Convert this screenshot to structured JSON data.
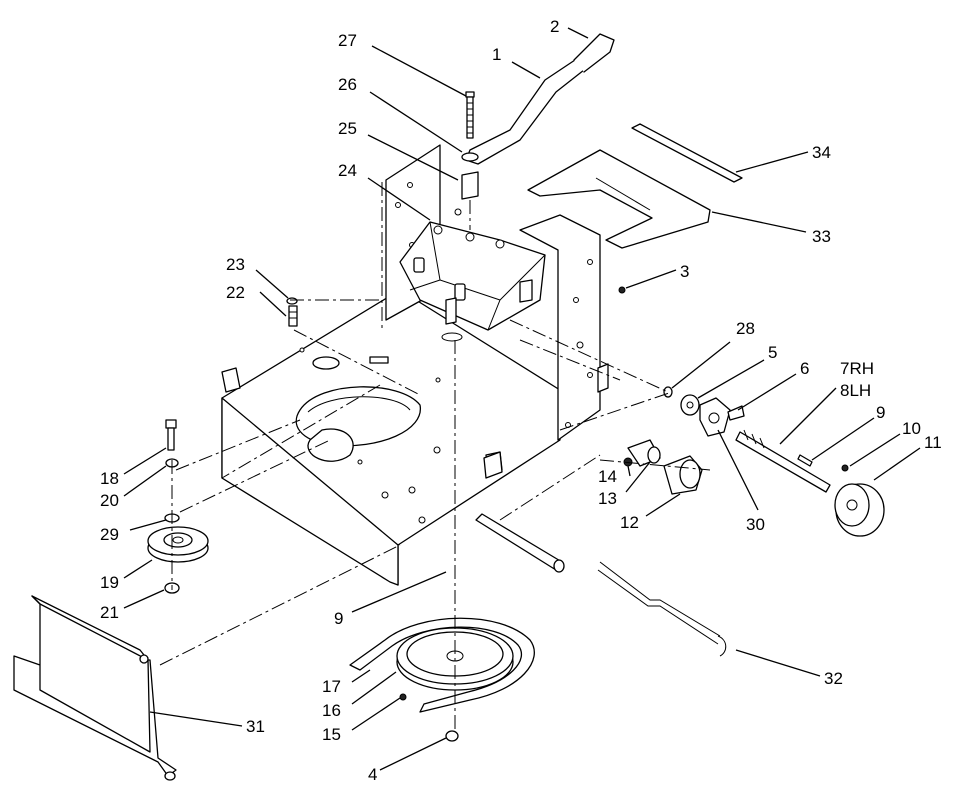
{
  "callouts": [
    {
      "id": "c1",
      "label": "1"
    },
    {
      "id": "c2",
      "label": "2"
    },
    {
      "id": "c3",
      "label": "3"
    },
    {
      "id": "c4",
      "label": "4"
    },
    {
      "id": "c5",
      "label": "5"
    },
    {
      "id": "c6",
      "label": "6"
    },
    {
      "id": "c7",
      "label": "7RH"
    },
    {
      "id": "c8",
      "label": "8LH"
    },
    {
      "id": "c9a",
      "label": "9"
    },
    {
      "id": "c9b",
      "label": "9"
    },
    {
      "id": "c10",
      "label": "10"
    },
    {
      "id": "c11",
      "label": "11"
    },
    {
      "id": "c12",
      "label": "12"
    },
    {
      "id": "c13",
      "label": "13"
    },
    {
      "id": "c14",
      "label": "14"
    },
    {
      "id": "c15",
      "label": "15"
    },
    {
      "id": "c16",
      "label": "16"
    },
    {
      "id": "c17",
      "label": "17"
    },
    {
      "id": "c18",
      "label": "18"
    },
    {
      "id": "c19",
      "label": "19"
    },
    {
      "id": "c20",
      "label": "20"
    },
    {
      "id": "c21",
      "label": "21"
    },
    {
      "id": "c22",
      "label": "22"
    },
    {
      "id": "c23",
      "label": "23"
    },
    {
      "id": "c24",
      "label": "24"
    },
    {
      "id": "c25",
      "label": "25"
    },
    {
      "id": "c26",
      "label": "26"
    },
    {
      "id": "c27",
      "label": "27"
    },
    {
      "id": "c28",
      "label": "28"
    },
    {
      "id": "c29",
      "label": "29"
    },
    {
      "id": "c30",
      "label": "30"
    },
    {
      "id": "c31",
      "label": "31"
    },
    {
      "id": "c32",
      "label": "32"
    },
    {
      "id": "c33",
      "label": "33"
    },
    {
      "id": "c34",
      "label": "34"
    }
  ]
}
